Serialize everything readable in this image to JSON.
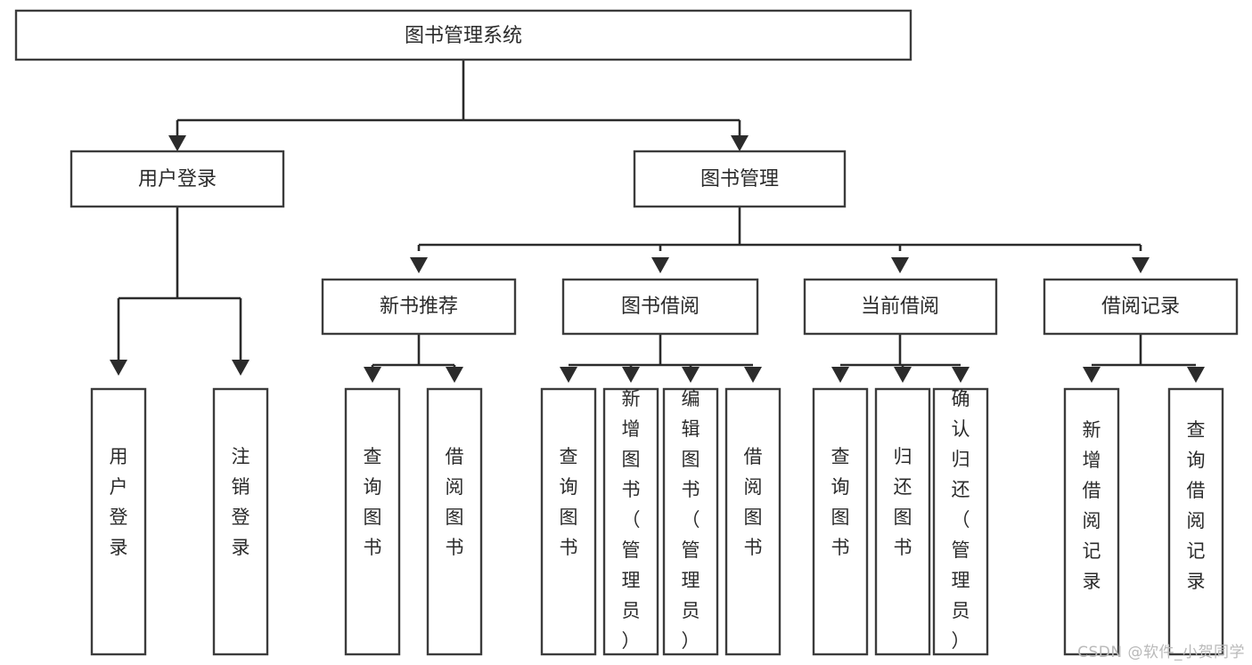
{
  "diagram": {
    "title": "图书管理系统",
    "type": "tree-hierarchy-chart",
    "watermark": "CSDN @软件_小贺同学",
    "colors": {
      "box_stroke": "#3c3c3c",
      "box_fill": "#ffffff",
      "connector": "#2b2b2b",
      "text": "#2b2b2b",
      "watermark": "#b9b9b9",
      "background": "#ffffff"
    },
    "root": {
      "label": "图书管理系统"
    },
    "level2": [
      {
        "label": "用户登录"
      },
      {
        "label": "图书管理"
      }
    ],
    "level3": [
      {
        "label": "新书推荐"
      },
      {
        "label": "图书借阅"
      },
      {
        "label": "当前借阅"
      },
      {
        "label": "借阅记录"
      }
    ],
    "leaves": {
      "user_login": [
        {
          "label": "用户登录"
        },
        {
          "label": "注销登录"
        }
      ],
      "new_book_rec": [
        {
          "label": "查询图书"
        },
        {
          "label": "借阅图书"
        }
      ],
      "book_borrow": [
        {
          "label": "查询图书"
        },
        {
          "label": "新增图书（管理员）"
        },
        {
          "label": "编辑图书（管理员）"
        },
        {
          "label": "借阅图书"
        }
      ],
      "current_borrow": [
        {
          "label": "查询图书"
        },
        {
          "label": "归还图书"
        },
        {
          "label": "确认归还（管理员）"
        }
      ],
      "borrow_record": [
        {
          "label": "新增借阅记录"
        },
        {
          "label": "查询借阅记录"
        }
      ]
    }
  }
}
